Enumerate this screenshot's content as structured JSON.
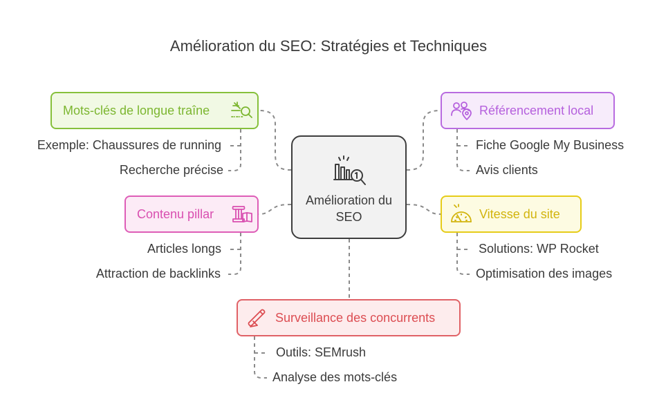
{
  "title": "Amélioration du SEO: Stratégies et Techniques",
  "center": {
    "label": "Amélioration du SEO",
    "icon": "bar-chart-magnifier-icon"
  },
  "topics": [
    {
      "label": "Mots-clés de longue traîne",
      "icon": "keyword-search-icon",
      "color": "#86c03b",
      "items": [
        "Exemple: Chaussures de running",
        "Recherche précise"
      ]
    },
    {
      "label": "Référencement local",
      "icon": "people-location-icon",
      "color": "#b86be0",
      "items": [
        "Fiche Google My Business",
        "Avis clients"
      ]
    },
    {
      "label": "Contenu pillar",
      "icon": "pillar-book-icon",
      "color": "#de5db7",
      "items": [
        "Articles longs",
        "Attraction de backlinks"
      ]
    },
    {
      "label": "Vitesse du site",
      "icon": "speedometer-icon",
      "color": "#e6cc18",
      "items": [
        "Solutions: WP Rocket",
        "Optimisation des images"
      ]
    },
    {
      "label": "Surveillance des concurrents",
      "icon": "telescope-icon",
      "color": "#e06166",
      "items": [
        "Outils: SEMrush",
        "Analyse des mots-clés"
      ]
    }
  ]
}
